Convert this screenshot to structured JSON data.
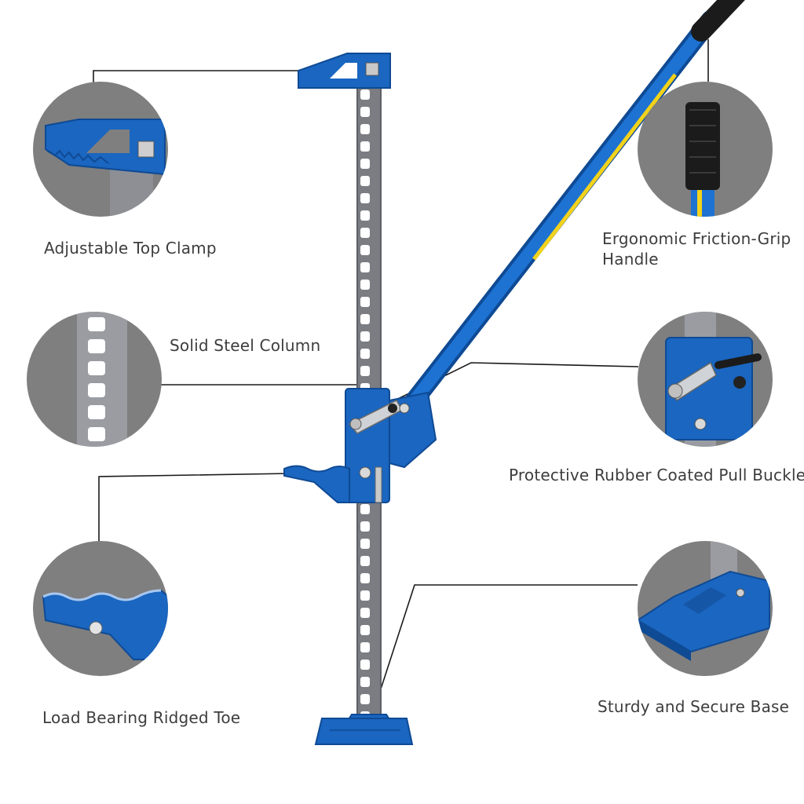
{
  "callouts": {
    "top_clamp": "Adjustable Top Clamp",
    "column": "Solid Steel Column",
    "toe": "Load Bearing Ridged Toe",
    "handle_line1": "Ergonomic Friction-Grip",
    "handle_line2": "Handle",
    "buckle": "Protective Rubber Coated Pull Buckle",
    "base": "Sturdy and Secure Base"
  },
  "colors": {
    "jack_blue": "#1a66c0",
    "column_gray": "#7b7d83",
    "circle_gray": "#7f7f7f",
    "grip_black": "#1b1b1b",
    "label_text": "#3d3d3d"
  }
}
